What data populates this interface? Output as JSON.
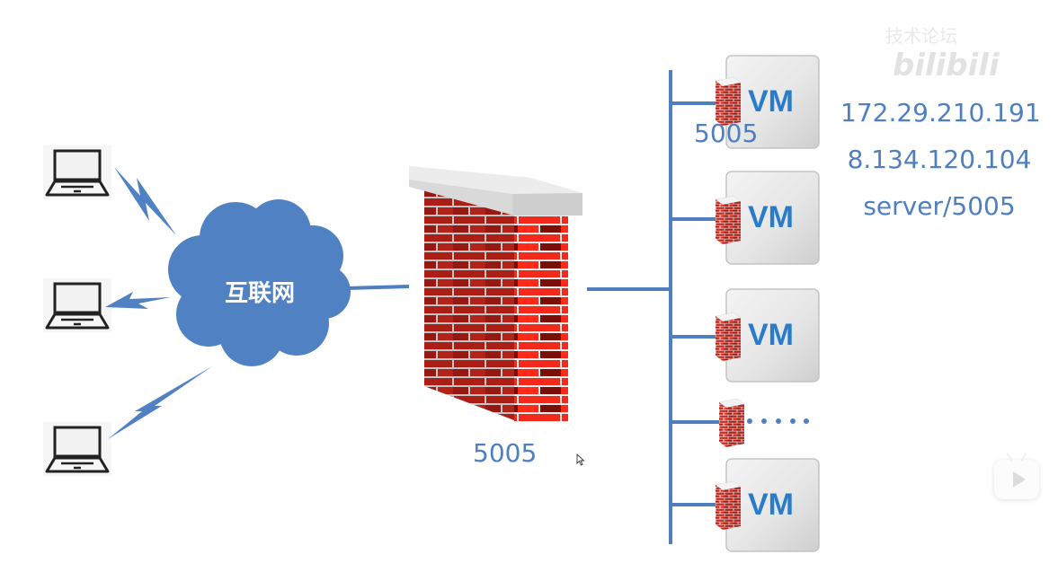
{
  "diagram": {
    "title": "",
    "cloud": {
      "label": "互联网",
      "icon": "cloud-icon",
      "color": "#4f81c3"
    },
    "clients": [
      {
        "icon": "laptop-icon",
        "link": "wireless-lightning-icon"
      },
      {
        "icon": "laptop-icon",
        "link": "wireless-lightning-icon"
      },
      {
        "icon": "laptop-icon",
        "link": "wireless-lightning-icon"
      }
    ],
    "firewall": {
      "icon": "brick-firewall-icon",
      "port_label": "5005"
    },
    "vms": [
      {
        "label": "VM",
        "port_label": "5005",
        "has_firewall": true
      },
      {
        "label": "VM",
        "port_label": "",
        "has_firewall": true
      },
      {
        "label": "VM",
        "port_label": "",
        "has_firewall": true
      },
      {
        "label": "",
        "ellipsis": "• • • • •",
        "has_firewall": true
      },
      {
        "label": "VM",
        "port_label": "",
        "has_firewall": true
      }
    ],
    "annotations": [
      "172.29.210.191",
      "8.134.120.104",
      "server/5005"
    ],
    "colors": {
      "line": "#4f7fbf",
      "text": "#4f7fbf",
      "vm_text": "#2b7cc8",
      "brick": "#c8241a",
      "brick_light": "#f0281a",
      "cap": "#d6d6d6"
    }
  },
  "overlay": {
    "watermark_text": "技术论坛",
    "watermark_brand": "bilibili",
    "player_icon": "tv-play-icon"
  }
}
